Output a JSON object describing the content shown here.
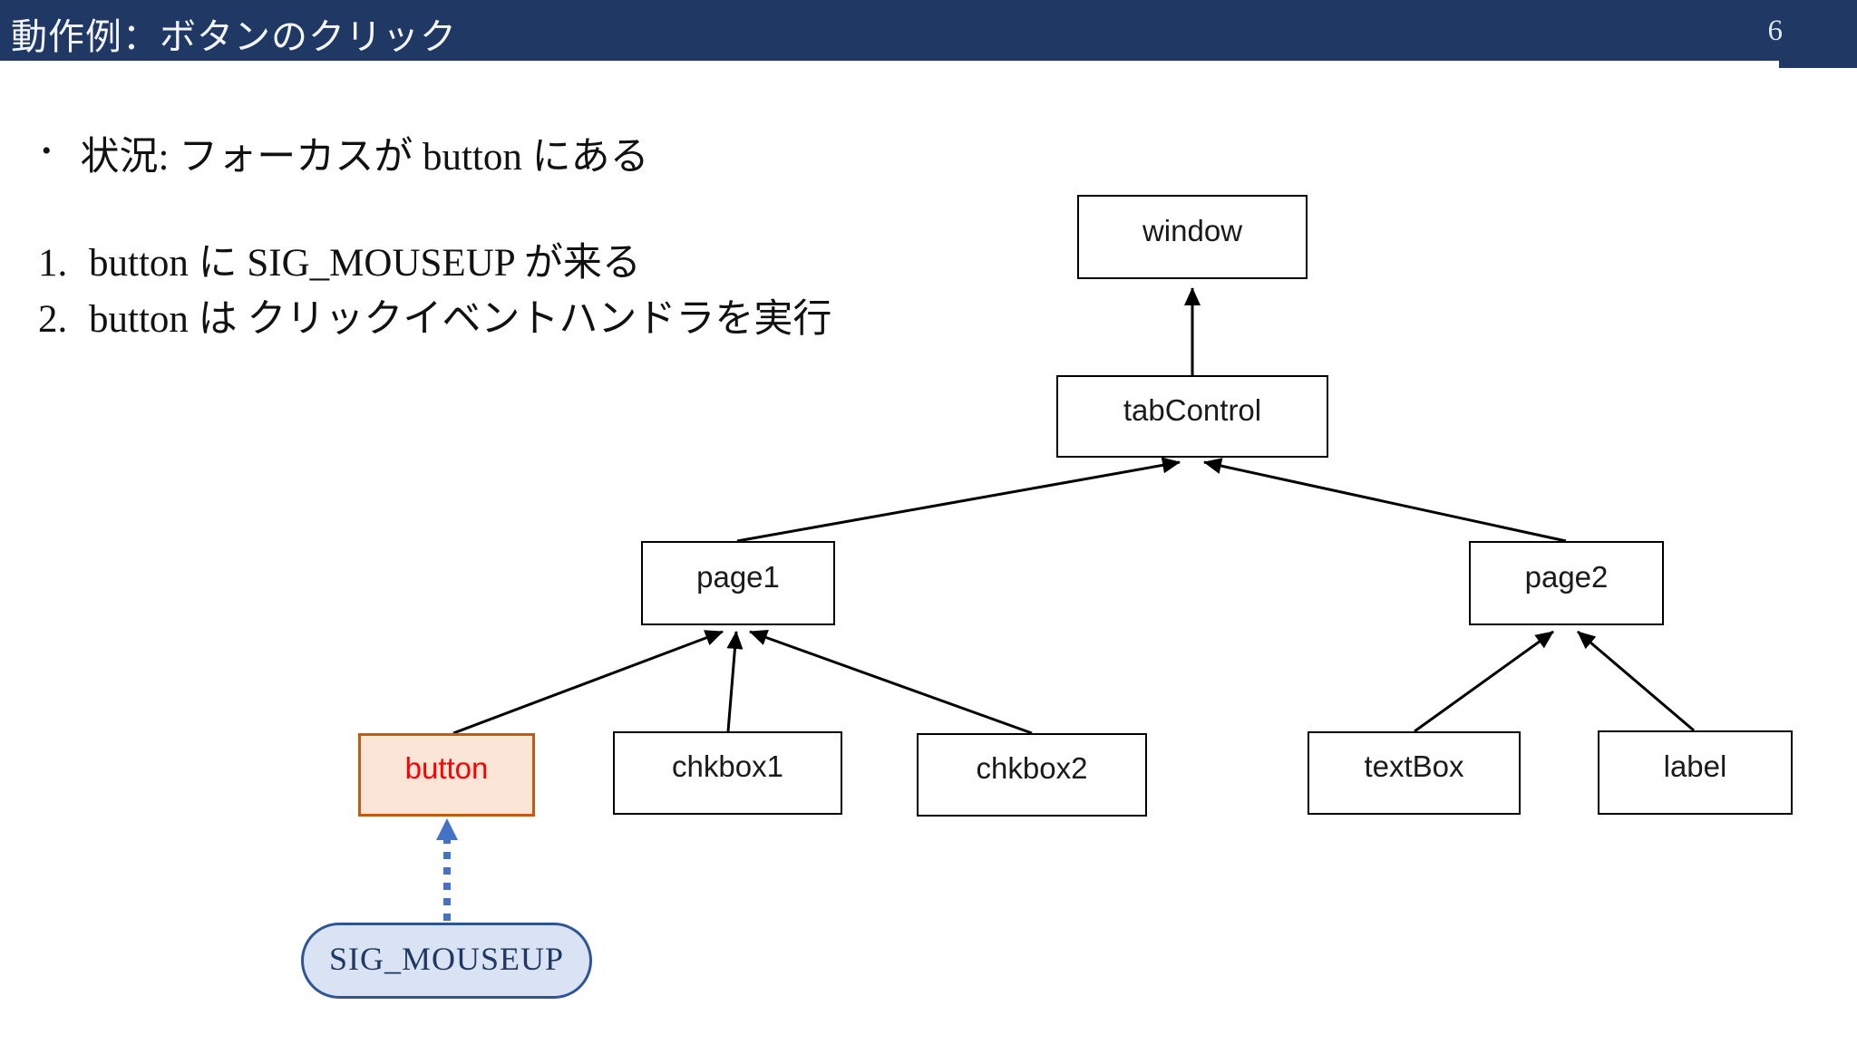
{
  "header": {
    "title": "動作例：ボタンのクリック",
    "page_number": "6"
  },
  "content": {
    "bullet": {
      "marker": "•",
      "text": "状況: フォーカスが button にある"
    },
    "steps": [
      {
        "num": "1.",
        "text": "button に SIG_MOUSEUP が来る"
      },
      {
        "num": "2.",
        "text": "button は クリックイベントハンドラを実行"
      }
    ]
  },
  "diagram": {
    "nodes": {
      "window": {
        "label": "window"
      },
      "tabControl": {
        "label": "tabControl"
      },
      "page1": {
        "label": "page1"
      },
      "page2": {
        "label": "page2"
      },
      "button": {
        "label": "button",
        "highlighted": true
      },
      "chkbox1": {
        "label": "chkbox1"
      },
      "chkbox2": {
        "label": "chkbox2"
      },
      "textBox": {
        "label": "textBox"
      },
      "label": {
        "label": "label"
      }
    },
    "signal": {
      "label": "SIG_MOUSEUP",
      "target": "button",
      "style": "dotted-blue-arrow"
    },
    "edges": [
      {
        "from": "tabControl",
        "to": "window"
      },
      {
        "from": "page1",
        "to": "tabControl"
      },
      {
        "from": "page2",
        "to": "tabControl"
      },
      {
        "from": "button",
        "to": "page1"
      },
      {
        "from": "chkbox1",
        "to": "page1"
      },
      {
        "from": "chkbox2",
        "to": "page1"
      },
      {
        "from": "textBox",
        "to": "page2"
      },
      {
        "from": "label",
        "to": "page2"
      }
    ]
  },
  "colors": {
    "header-bg": "#1f3864",
    "accent-blue": "#4472c4",
    "button-fill": "#fbe5d6",
    "button-border": "#c55a11",
    "button-text": "#ff0000",
    "pill-fill": "#dae3f3",
    "pill-border": "#2f5597",
    "pill-text": "#1f3864",
    "box-border": "#000000",
    "text-color": "#111111"
  }
}
